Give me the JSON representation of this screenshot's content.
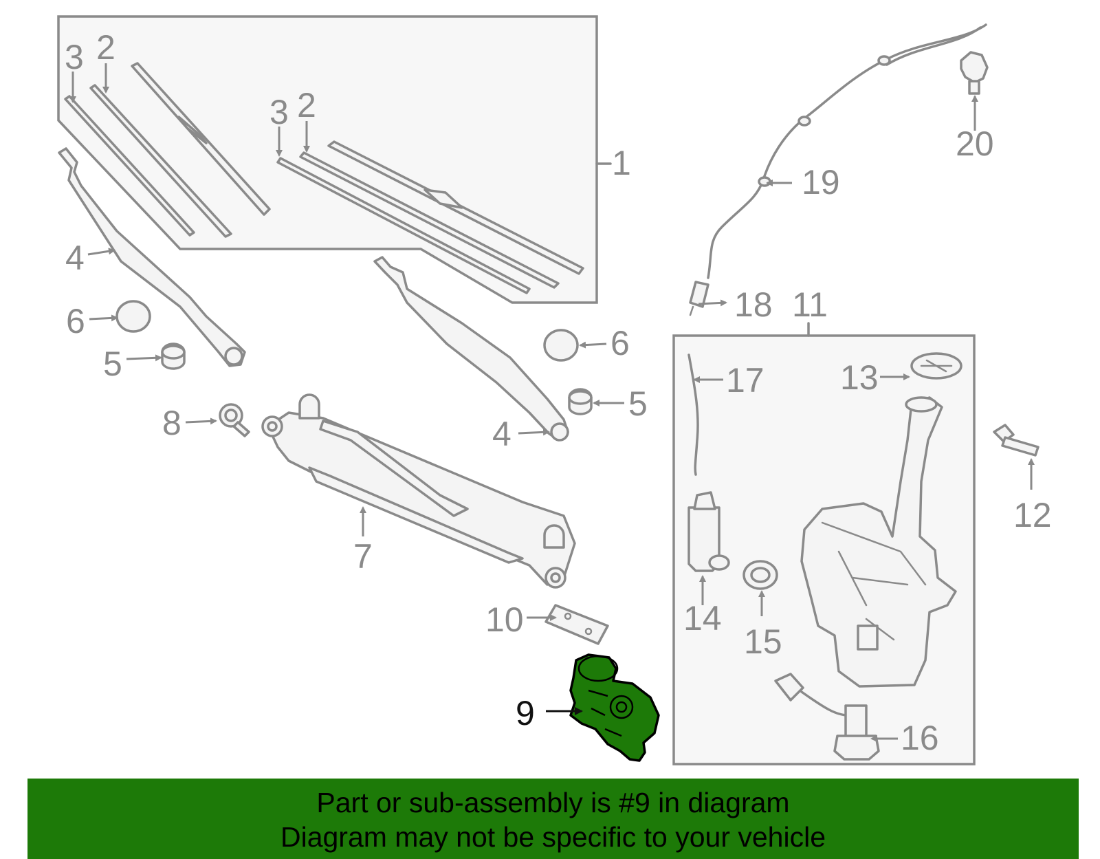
{
  "colors": {
    "highlight": "#1d7a08",
    "outline": "#8a8a8a",
    "background": "#ffffff",
    "box_fill": "#f7f7f7"
  },
  "highlighted_callout": "9",
  "callouts": {
    "c1": "1",
    "c2a": "2",
    "c3a": "3",
    "c2b": "2",
    "c3b": "3",
    "c4a": "4",
    "c4b": "4",
    "c5a": "5",
    "c5b": "5",
    "c6a": "6",
    "c6b": "6",
    "c7": "7",
    "c8": "8",
    "c9": "9",
    "c10": "10",
    "c11": "11",
    "c12": "12",
    "c13": "13",
    "c14": "14",
    "c15": "15",
    "c16": "16",
    "c17": "17",
    "c18": "18",
    "c19": "19",
    "c20": "20"
  },
  "banner": {
    "line1": "Part or sub-assembly is #9 in diagram",
    "line2": "Diagram may not be specific to your vehicle"
  }
}
